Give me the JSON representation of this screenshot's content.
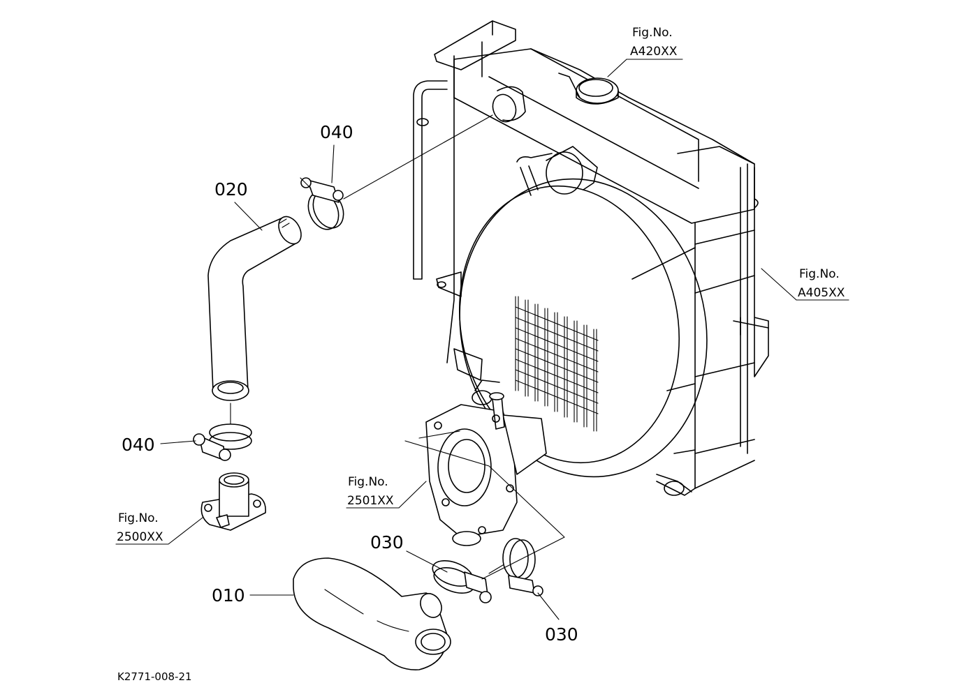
{
  "parts": {
    "p010": "010",
    "p020": "020",
    "p030_top": "030",
    "p030_bottom": "030",
    "p040_top": "040",
    "p040_left": "040"
  },
  "figures": {
    "a420": {
      "line1": "Fig.No.",
      "line2": "A420XX"
    },
    "a405": {
      "line1": "Fig.No.",
      "line2": "A405XX"
    },
    "f2501": {
      "line1": "Fig.No.",
      "line2": "2501XX"
    },
    "f2500": {
      "line1": "Fig.No.",
      "line2": "2500XX"
    }
  },
  "drawing_code": "K2771-008-21"
}
